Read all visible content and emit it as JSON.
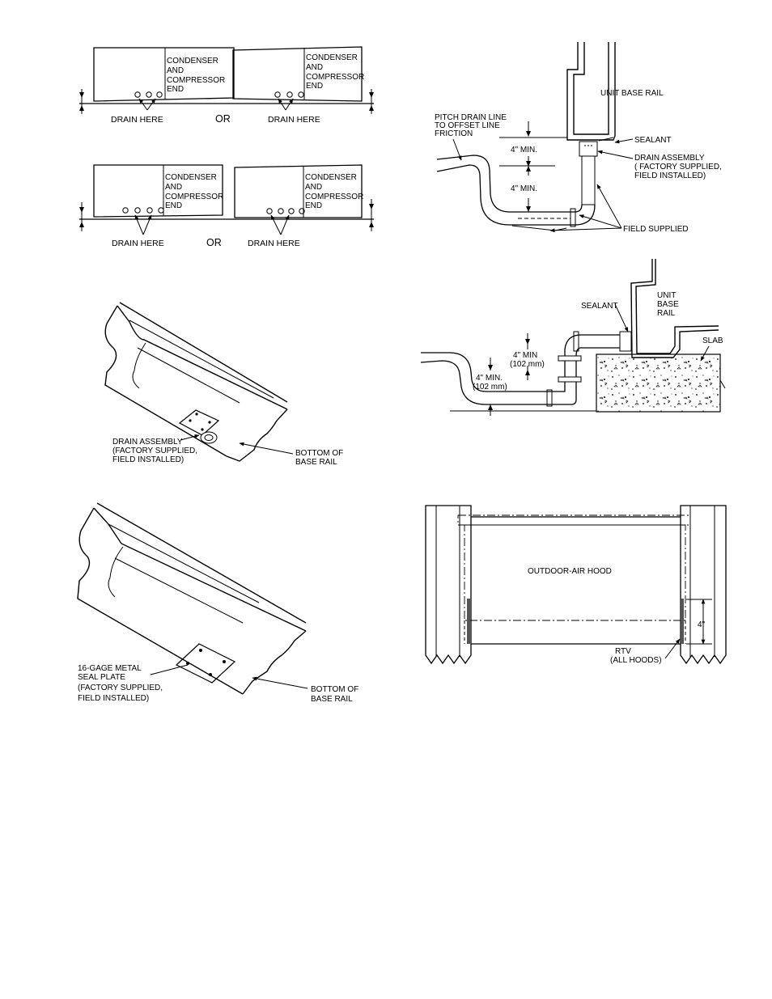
{
  "unit_orientation": {
    "end_label_lines": [
      "CONDENSER",
      "AND",
      "COMPRESSOR",
      "END"
    ],
    "drain_here": "DRAIN HERE",
    "or": "OR"
  },
  "drain_detail_upper": {
    "pitch_label_lines": [
      "PITCH DRAIN LINE",
      "TO OFFSET LINE",
      "FRICTION"
    ],
    "unit_base_rail": "UNIT BASE RAIL",
    "sealant": "SEALANT",
    "drain_assembly_lines": [
      "DRAIN ASSEMBLY",
      "( FACTORY SUPPLIED,",
      "FIELD INSTALLED)"
    ],
    "min_upper": "4\" MIN.",
    "min_lower": "4\" MIN.",
    "field_supplied": "FIELD SUPPLIED"
  },
  "drain_detail_slab": {
    "sealant": "SEALANT",
    "unit_base_rail_lines": [
      "UNIT",
      "BASE",
      "RAIL"
    ],
    "slab": "SLAB",
    "min_upper_lines": [
      "4\" MIN",
      "(102 mm)"
    ],
    "min_lower_lines": [
      "4\" MIN.",
      "(102 mm)"
    ]
  },
  "base_rail_drain": {
    "drain_assembly_lines": [
      "DRAIN ASSEMBLY",
      "(FACTORY SUPPLIED,",
      "FIELD INSTALLED)"
    ],
    "bottom_lines": [
      "BOTTOM OF",
      "BASE RAIL"
    ]
  },
  "base_rail_seal": {
    "seal_plate_lines": [
      "16-GAGE METAL",
      "SEAL PLATE",
      "(FACTORY SUPPLIED,",
      "FIELD INSTALLED)"
    ],
    "bottom_lines": [
      "BOTTOM OF",
      "BASE RAIL"
    ]
  },
  "hood": {
    "title": "OUTDOOR-AIR HOOD",
    "dimension": "4\"",
    "rtv_lines": [
      "RTV",
      "(ALL HOODS)"
    ]
  }
}
